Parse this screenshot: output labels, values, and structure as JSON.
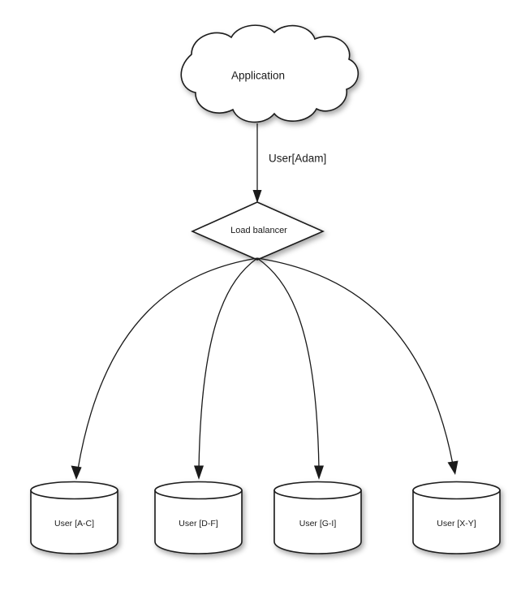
{
  "diagram": {
    "title_text": "Application",
    "type": "architecture-flow-diagram",
    "background_color": "#ffffff",
    "stroke_color": "#1a1a1a",
    "fill_color": "#ffffff",
    "nodes": {
      "cloud": {
        "label": "Application",
        "shape": "cloud"
      },
      "balancer": {
        "label": "Load balancer",
        "shape": "diamond"
      },
      "databases": [
        {
          "label": "User [A-C]",
          "shape": "cylinder"
        },
        {
          "label": "User [D-F]",
          "shape": "cylinder"
        },
        {
          "label": "User [G-I]",
          "shape": "cylinder"
        },
        {
          "label": "User [X-Y]",
          "shape": "cylinder"
        }
      ]
    },
    "edges": [
      {
        "label": "User[Adam]",
        "from": "cloud",
        "to": "balancer",
        "style": "straight-arrow"
      },
      {
        "label": "",
        "from": "balancer",
        "to": "User [A-C]",
        "style": "curved-arrow"
      },
      {
        "label": "",
        "from": "balancer",
        "to": "User [D-F]",
        "style": "curved-arrow"
      },
      {
        "label": "",
        "from": "balancer",
        "to": "User [G-I]",
        "style": "curved-arrow"
      },
      {
        "label": "",
        "from": "balancer",
        "to": "User [X-Y]",
        "style": "curved-arrow"
      }
    ]
  }
}
